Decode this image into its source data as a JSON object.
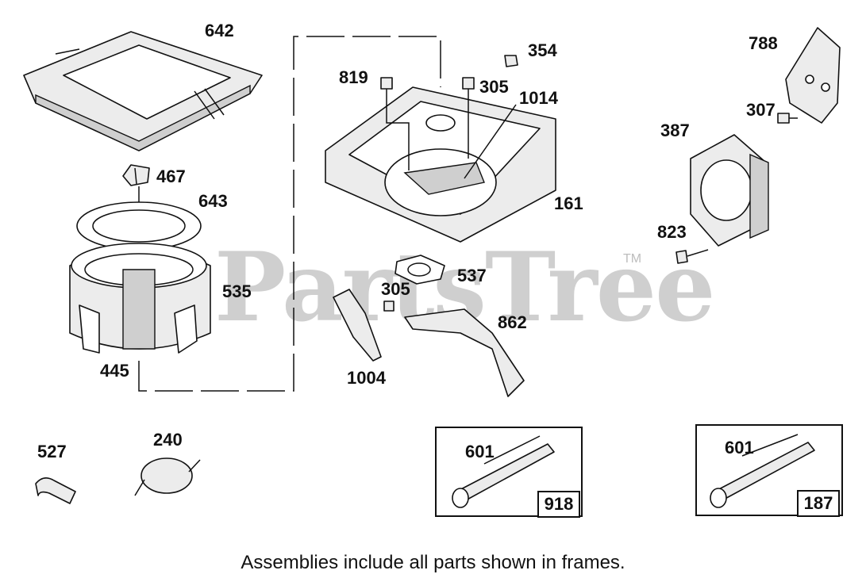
{
  "watermark": {
    "text": "PartsTree",
    "trademark": "TM"
  },
  "caption": "Assemblies include all parts shown in frames.",
  "parts": [
    {
      "id": "642",
      "label": "642"
    },
    {
      "id": "467",
      "label": "467"
    },
    {
      "id": "643",
      "label": "643"
    },
    {
      "id": "535",
      "label": "535"
    },
    {
      "id": "445",
      "label": "445"
    },
    {
      "id": "819",
      "label": "819"
    },
    {
      "id": "305a",
      "label": "305"
    },
    {
      "id": "354",
      "label": "354"
    },
    {
      "id": "1014",
      "label": "1014"
    },
    {
      "id": "161",
      "label": "161"
    },
    {
      "id": "537",
      "label": "537"
    },
    {
      "id": "305b",
      "label": "305"
    },
    {
      "id": "862",
      "label": "862"
    },
    {
      "id": "1004",
      "label": "1004"
    },
    {
      "id": "788",
      "label": "788"
    },
    {
      "id": "307",
      "label": "307"
    },
    {
      "id": "387",
      "label": "387"
    },
    {
      "id": "823",
      "label": "823"
    },
    {
      "id": "527",
      "label": "527"
    },
    {
      "id": "240",
      "label": "240"
    }
  ],
  "frames": [
    {
      "part_label": "601",
      "assembly": "918"
    },
    {
      "part_label": "601",
      "assembly": "187"
    }
  ]
}
